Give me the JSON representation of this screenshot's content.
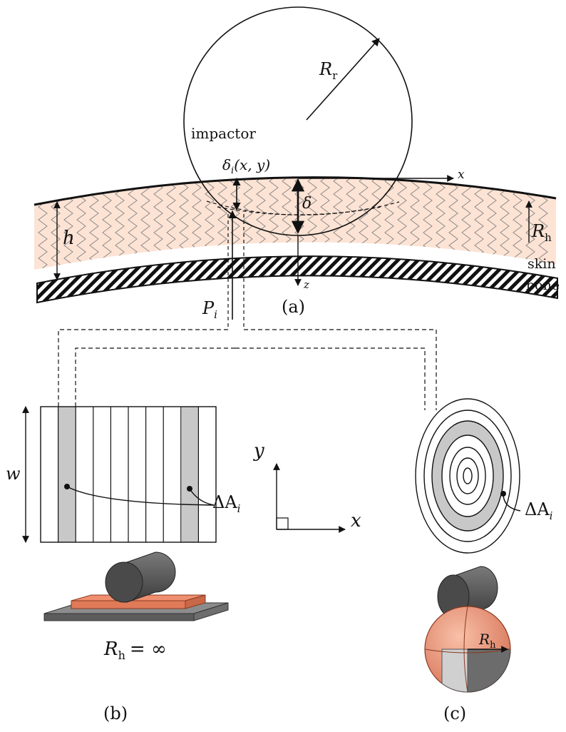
{
  "panel_a": {
    "impactor_label": "impactor",
    "radius_symbol": "R",
    "radius_subscript": "r",
    "displacement_symbol": "δ",
    "displacement_sub": "i",
    "displacement_args": "(x, y)",
    "delta": "δ",
    "x_axis": "x",
    "z_axis": "z",
    "thickness": "h",
    "curvature_symbol": "R",
    "curvature_subscript": "h",
    "skin_label": "skin",
    "bone_label": "bone",
    "force_symbol": "P",
    "force_subscript": "i",
    "caption": "(a)"
  },
  "panel_b": {
    "width_label": "w",
    "area_symbol": "ΔA",
    "area_subscript": "i",
    "radius_symbol": "R",
    "radius_subscript": "h",
    "radius_value": "= ∞",
    "caption": "(b)"
  },
  "axes_center": {
    "y_label": "y",
    "x_label": "x"
  },
  "panel_c": {
    "area_symbol": "ΔA",
    "area_subscript": "i",
    "radius_symbol": "R",
    "radius_subscript": "h",
    "caption": "(c)"
  },
  "colors": {
    "skin": "#fde3d4",
    "spring": "#8a8a8a",
    "shaded_strip": "#c8c8c8",
    "slab_top": "#ef8f6f",
    "sphere": "#f2a487",
    "cylinder": "#5a5a5a"
  }
}
